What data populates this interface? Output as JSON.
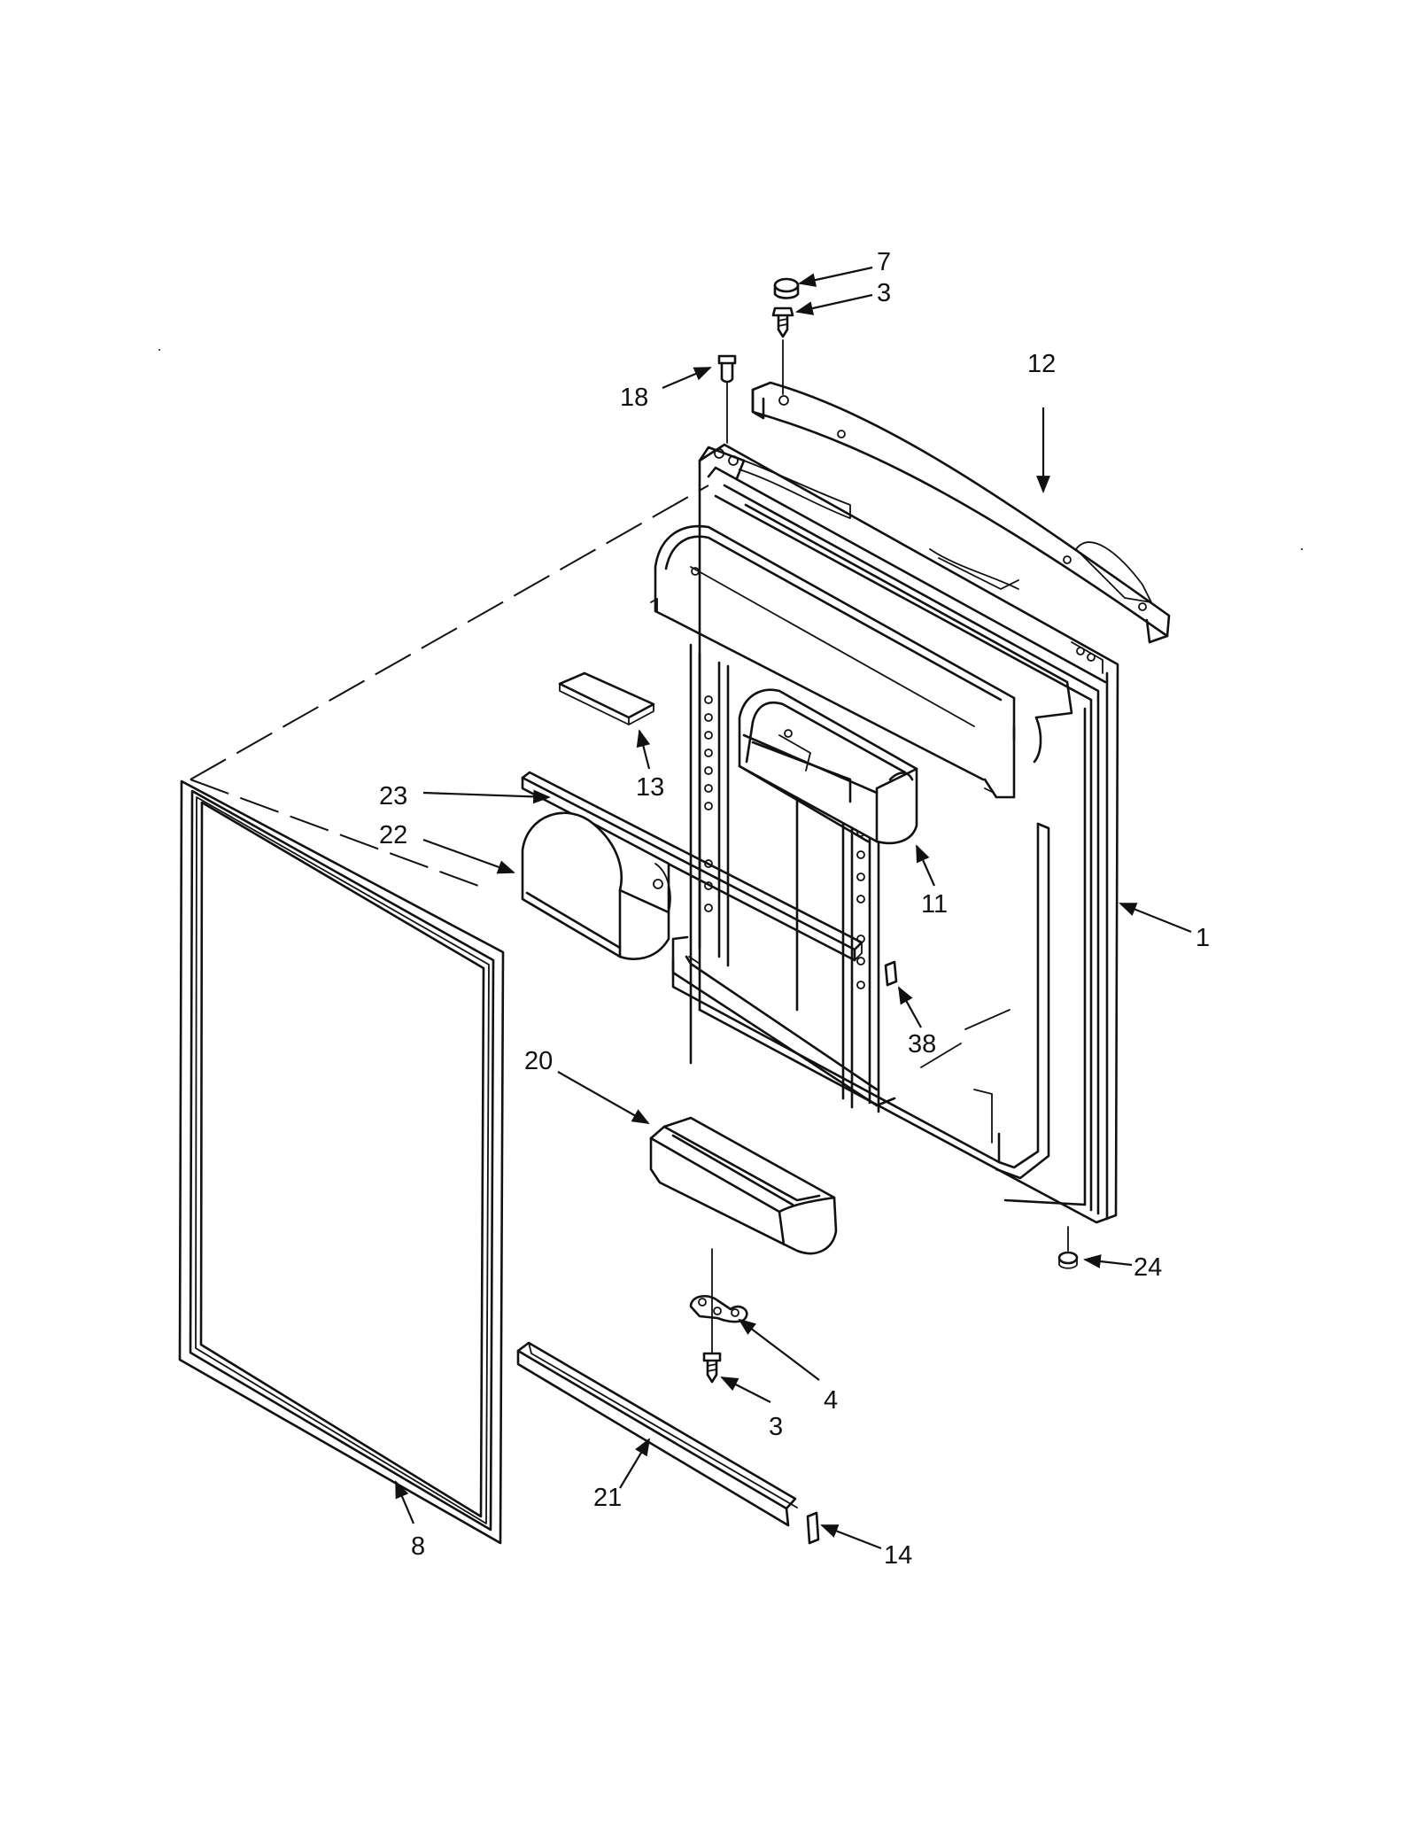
{
  "callouts": [
    {
      "id": "c7",
      "label": "7"
    },
    {
      "id": "c3a",
      "label": "3"
    },
    {
      "id": "c12",
      "label": "12"
    },
    {
      "id": "c18",
      "label": "18"
    },
    {
      "id": "c13",
      "label": "13"
    },
    {
      "id": "c23",
      "label": "23"
    },
    {
      "id": "c22",
      "label": "22"
    },
    {
      "id": "c11",
      "label": "11"
    },
    {
      "id": "c1",
      "label": "1"
    },
    {
      "id": "c38",
      "label": "38"
    },
    {
      "id": "c20",
      "label": "20"
    },
    {
      "id": "c24",
      "label": "24"
    },
    {
      "id": "c4",
      "label": "4"
    },
    {
      "id": "c3b",
      "label": "3"
    },
    {
      "id": "c21",
      "label": "21"
    },
    {
      "id": "c8",
      "label": "8"
    },
    {
      "id": "c14",
      "label": "14"
    }
  ],
  "colors": {
    "ink": "#111111",
    "paper": "#ffffff"
  }
}
